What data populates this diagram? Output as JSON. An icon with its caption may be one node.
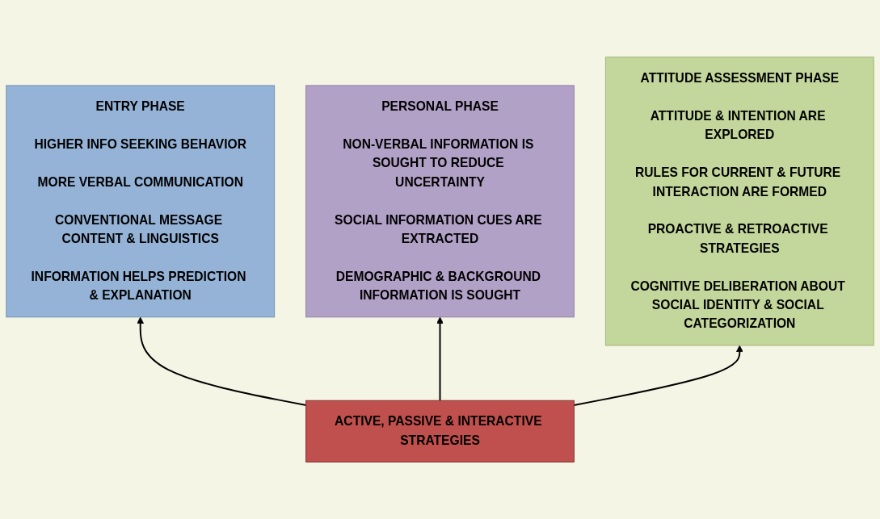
{
  "diagram": {
    "nodes": [
      {
        "text": [
          "ENTRY PHASE",
          "HIGHER INFO SEEKING BEHAVIOR",
          "MORE VERBAL COMMUNICATION",
          "CONVENTIONAL MESSAGE CONTENT & LINGUISTICS",
          "INFORMATION HELPS PREDICTION & EXPLANATION"
        ]
      },
      {
        "text": [
          "PERSONAL PHASE",
          "NON-VERBAL INFORMATION IS SOUGHT TO REDUCE UNCERTAINTY",
          "SOCIAL INFORMATION CUES ARE EXTRACTED",
          "DEMOGRAPHIC & BACKGROUND INFORMATION IS SOUGHT"
        ]
      },
      {
        "text": [
          "ATTITUDE ASSESSMENT PHASE",
          "ATTITUDE & INTENTION ARE EXPLORED",
          "RULES FOR CURRENT & FUTURE INTERACTION ARE FORMED",
          "PROACTIVE & RETROACTIVE STRATEGIES",
          "COGNITIVE DELIBERATION ABOUT SOCIAL IDENTITY & SOCIAL CATEGORIZATION"
        ]
      },
      {
        "text": [
          "ACTIVE, PASSIVE & INTERACTIVE STRATEGIES"
        ]
      }
    ],
    "edges": [
      {
        "from": 3,
        "to": 0,
        "arrow": "to"
      },
      {
        "from": 3,
        "to": 1,
        "arrow": "to"
      },
      {
        "from": 3,
        "to": 2,
        "arrow": "to"
      }
    ]
  }
}
